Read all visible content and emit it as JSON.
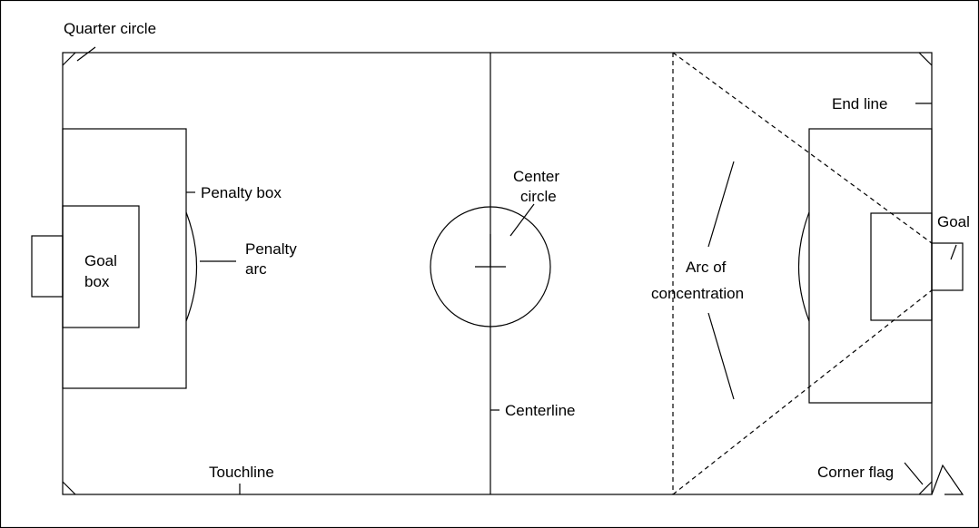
{
  "labels": {
    "quarter_circle": "Quarter circle",
    "end_line": "End line",
    "penalty_box": "Penalty box",
    "center_line1": "Center",
    "center_line2": "circle",
    "goal_box_line1": "Goal",
    "goal_box_line2": "box",
    "penalty_arc_line1": "Penalty",
    "penalty_arc_line2": "arc",
    "goal": "Goal",
    "arc_line1": "Arc of",
    "arc_line2": "concentration",
    "centerline": "Centerline",
    "touchline": "Touchline",
    "corner_flag": "Corner flag"
  },
  "colors": {
    "line": "#000000",
    "background": "#ffffff"
  }
}
